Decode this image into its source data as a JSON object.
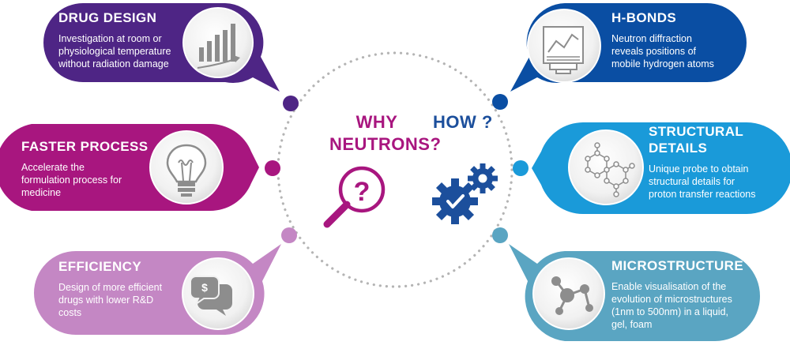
{
  "colors": {
    "drug": "#4e2585",
    "faster": "#a8167f",
    "efficiency": "#c487c4",
    "hbonds": "#0a4ea3",
    "structural": "#1a9ad9",
    "microstructure": "#5aa5c2",
    "why": "#a8167f",
    "how": "#1c4f9c",
    "dots": "#b4b4b4"
  },
  "center": {
    "why_line1": "WHY",
    "why_line2": "NEUTRONS?",
    "how": "HOW ?"
  },
  "cards": {
    "drug_design": {
      "title": "DRUG DESIGN",
      "lines": [
        "Investigation at room or",
        "physiological temperature",
        "without radiation damage"
      ],
      "icon": "bar-chart-icon"
    },
    "faster_process": {
      "title": "FASTER PROCESS",
      "lines": [
        "Accelerate the",
        "formulation process for",
        "medicine"
      ],
      "icon": "lightbulb-icon"
    },
    "efficiency": {
      "title": "EFFICIENCY",
      "lines": [
        "Design of more efficient",
        "drugs with lower R&D",
        "costs"
      ],
      "icon": "money-chat-icon"
    },
    "h_bonds": {
      "title": "H-BONDS",
      "lines": [
        "Neutron diffraction",
        "reveals positions of",
        "mobile hydrogen atoms"
      ],
      "icon": "document-chart-icon"
    },
    "structural_details": {
      "title_line1": "STRUCTURAL",
      "title_line2": "DETAILS",
      "lines": [
        "Unique probe to obtain",
        "structural details for",
        "proton transfer reactions"
      ],
      "icon": "molecule-hexagon-icon"
    },
    "microstructure": {
      "title": "MICROSTRUCTURE",
      "lines": [
        "Enable visualisation of the",
        "evolution of microstructures",
        "(1nm to 500nm) in a liquid,",
        "gel, foam"
      ],
      "icon": "molecule-node-icon"
    }
  }
}
